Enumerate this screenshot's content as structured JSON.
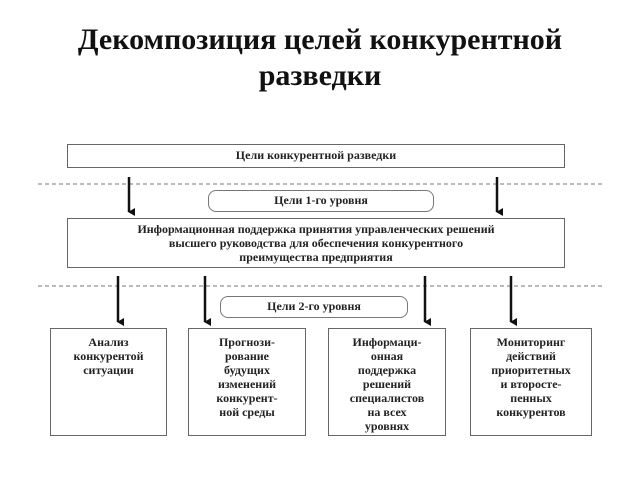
{
  "slide": {
    "title_line1": "Декомпозиция целей конкурентной",
    "title_line2": "разведки"
  },
  "diagram": {
    "top_box": "Цели конкурентной разведки",
    "level1_label": "Цели 1-го уровня",
    "level1_box_line1": "Информационная поддержка принятия управленческих решений",
    "level1_box_line2": "высшего руководства для обеспечения конкурентного",
    "level1_box_line3": "преимущества предприятия",
    "level2_label": "Цели 2-го уровня",
    "goals": [
      {
        "lines": [
          "Анализ",
          "конкурентой",
          "ситуации"
        ]
      },
      {
        "lines": [
          "Прогнози-",
          "рование",
          "будущих",
          "изменений",
          "конкурент-",
          "ной среды"
        ]
      },
      {
        "lines": [
          "Информаци-",
          "онная",
          "поддержка",
          "решений",
          "специалистов",
          "на всех",
          "уровнях"
        ]
      },
      {
        "lines": [
          "Мониторинг",
          "действий",
          "приоритетных",
          "и второсте-",
          "пенных",
          "конкурентов"
        ]
      }
    ]
  }
}
